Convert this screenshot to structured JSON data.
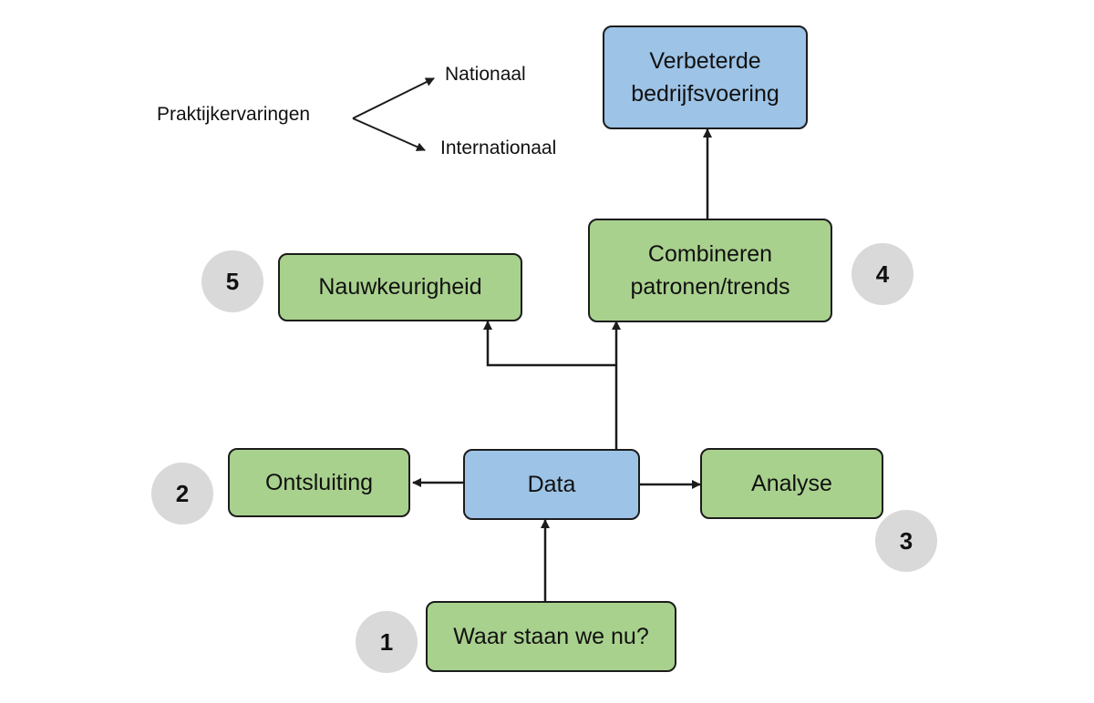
{
  "legend": {
    "source": "Praktijkervaringen",
    "targets": [
      "Nationaal",
      "Internationaal"
    ]
  },
  "nodes": {
    "verbeterde": "Verbeterde\nbedrijfsvoering",
    "combineren": "Combineren\npatronen/trends",
    "nauwkeurigheid": "Nauwkeurigheid",
    "ontsluiting": "Ontsluiting",
    "data": "Data",
    "analyse": "Analyse",
    "waar": "Waar staan we nu?"
  },
  "badges": {
    "b1": "1",
    "b2": "2",
    "b3": "3",
    "b4": "4",
    "b5": "5"
  },
  "colors": {
    "green": "#a9d18e",
    "blue": "#9dc3e6",
    "badge": "#d9d9d9",
    "line": "#1c1c1c"
  }
}
